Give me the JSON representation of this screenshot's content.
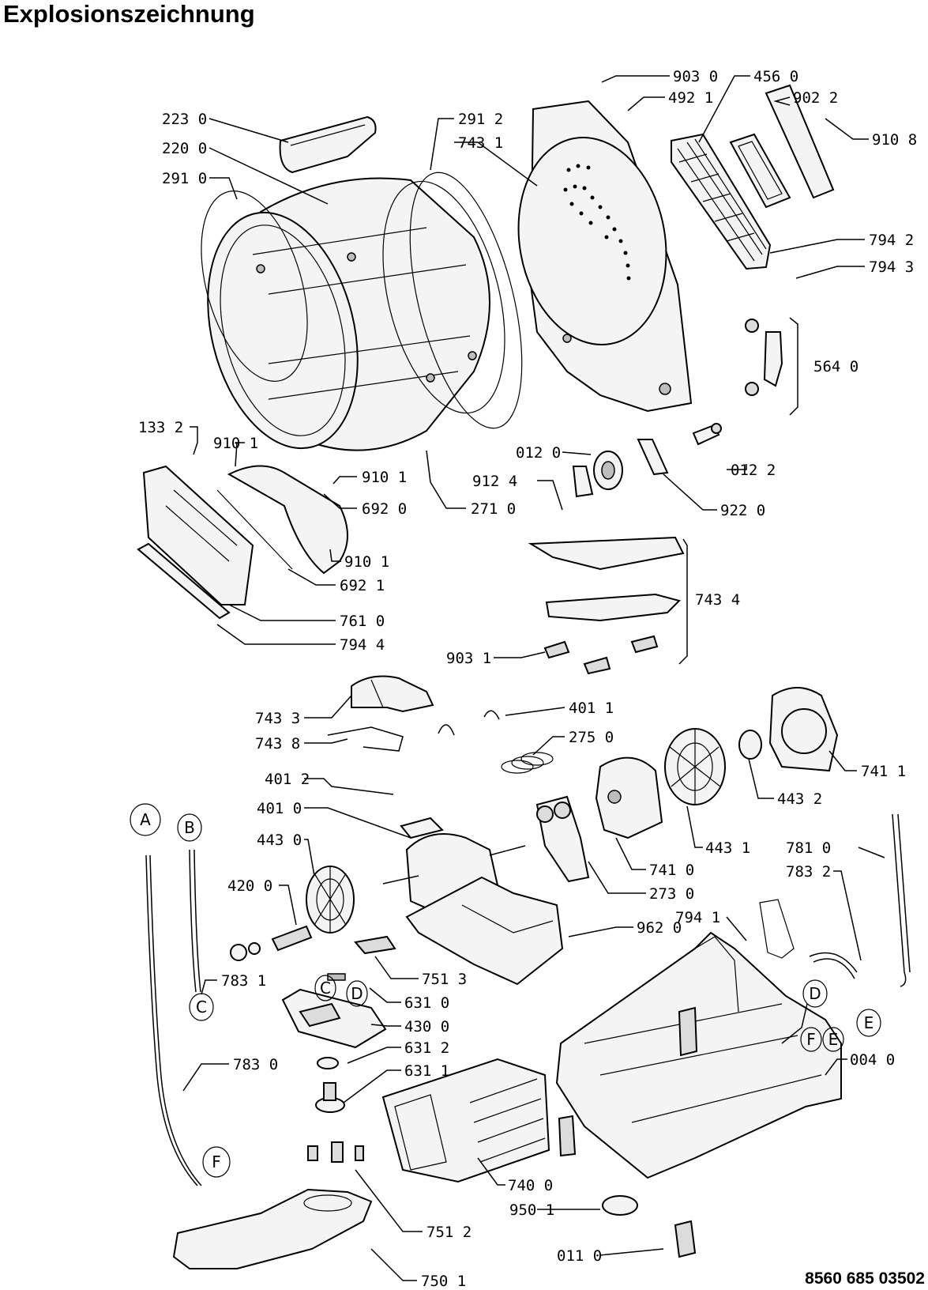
{
  "title": "Explosionszeichnung",
  "document_number": "8560 685 03502",
  "part_labels": {
    "p9030": "903 0",
    "p4560": "456 0",
    "p4921": "492 1",
    "p9022": "902 2",
    "p9108": "910 8",
    "p2230": "223 0",
    "p2912": "291 2",
    "p7431": "743 1",
    "p2200": "220 0",
    "p2910": "291 0",
    "p7942": "794 2",
    "p7943": "794 3",
    "p5640": "564 0",
    "p1332": "133 2",
    "p9101a": "910 1",
    "p9101b": "910 1",
    "p6920": "692 0",
    "p2710": "271 0",
    "p0120": "012 0",
    "p0122": "012 2",
    "p9124": "912 4",
    "p9220": "922 0",
    "p9101c": "910 1",
    "p6921": "692 1",
    "p7610": "761 0",
    "p7944": "794 4",
    "p7434": "743 4",
    "p9031": "903 1",
    "p7433": "743 3",
    "p7438": "743 8",
    "p4011": "401 1",
    "p2750": "275 0",
    "p7411": "741 1",
    "p4012": "401 2",
    "p4432": "443 2",
    "p4010": "401 0",
    "p4430": "443 0",
    "p4431": "443 1",
    "p7410": "741 0",
    "p4200": "420 0",
    "p2730": "273 0",
    "p7810": "781 0",
    "p7832": "783 2",
    "p7941": "794 1",
    "p9620": "962 0",
    "p7831": "783 1",
    "p7513": "751 3",
    "p6310": "631 0",
    "p4300": "430 0",
    "p6312": "631 2",
    "p6311": "631 1",
    "p0040": "004 0",
    "p7830": "783 0",
    "p7400": "740 0",
    "p9501": "950 1",
    "p7512": "751 2",
    "p0110": "011 0",
    "p7501": "750 1"
  },
  "connector_markers": {
    "A": "A",
    "B": "B",
    "C1": "C",
    "C2": "C",
    "D1": "D",
    "D2": "D",
    "E1": "E",
    "E2": "E",
    "F1": "F",
    "F2": "F"
  }
}
